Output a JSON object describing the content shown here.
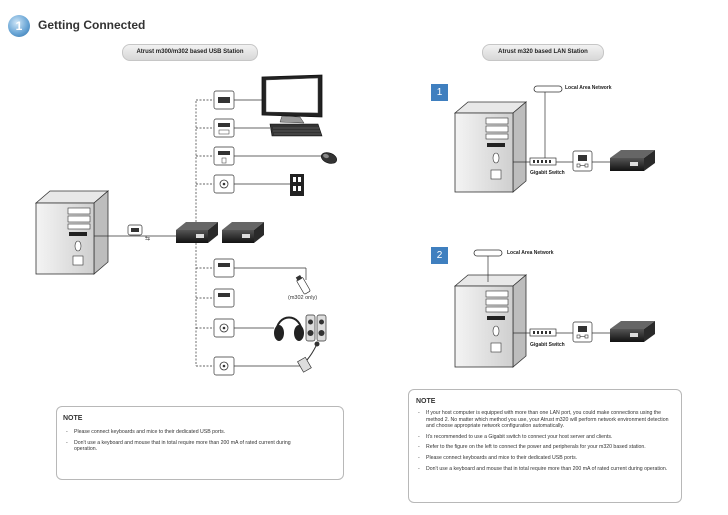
{
  "header": {
    "number": "1",
    "title": "Getting Connected"
  },
  "left": {
    "banner": "Atrust m300/m302 based USB Station",
    "model_note": "(m302 only)",
    "note": {
      "title": "NOTE",
      "items": [
        "Please connect keyboards and mice to their dedicated USB ports.",
        "Don't use a keyboard and mouse that in total require more than 200 mA of rated current during operation."
      ]
    }
  },
  "right": {
    "banner": "Atrust m320 based LAN Station",
    "step1": {
      "number": "1",
      "network_label": "Local Area Network",
      "switch_label": "Gigabit Switch"
    },
    "step2": {
      "number": "2",
      "network_label": "Local Area Network",
      "switch_label": "Gigabit Switch"
    },
    "note": {
      "title": "NOTE",
      "items": [
        "If your host computer is equipped with more than one LAN port, you could make connections using the method 2. No matter which method you use, your Atrust m320 will perform network environment detection and choose appropriate network configuration automatically.",
        "It's recommended to use a Gigabit switch to connect your host server and clients.",
        "Refer to the figure on the left to connect the power and peripherals for your m320 based station.",
        "Please connect keyboards and mice to their dedicated USB ports.",
        "Don't use a keyboard and mouse that in total require more than 200 mA of rated current during operation."
      ]
    }
  }
}
